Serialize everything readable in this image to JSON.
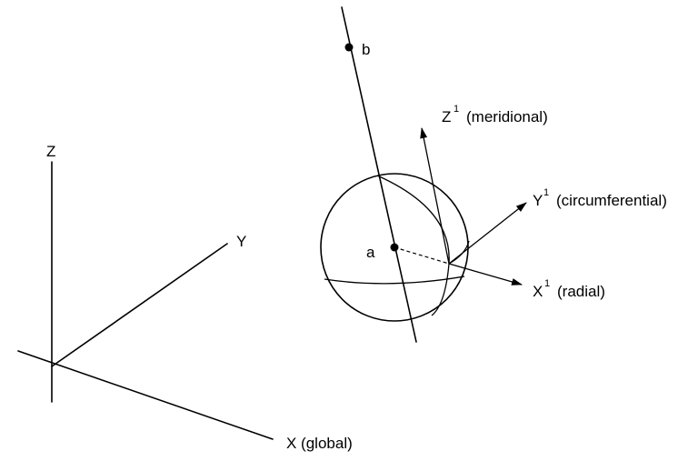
{
  "global_axes": {
    "z_label": "Z",
    "y_label": "Y",
    "x_label": "X (global)"
  },
  "points": {
    "a_label": "a",
    "b_label": "b"
  },
  "local_axes": {
    "z_base": "Z",
    "z_sup": "1",
    "z_desc": "(meridional)",
    "y_base": "Y",
    "y_sup": "1",
    "y_desc": "(circumferential)",
    "x_base": "X",
    "x_sup": "1",
    "x_desc": "(radial)"
  }
}
